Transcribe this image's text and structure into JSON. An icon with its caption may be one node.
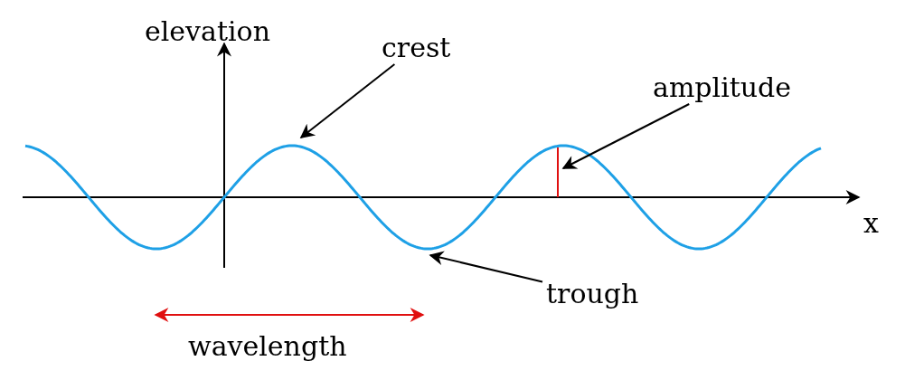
{
  "diagram": {
    "nodes": [
      {
        "text": [
          "crest"
        ]
      },
      {
        "text": [
          "amplitude"
        ]
      },
      {
        "text": [
          "trough"
        ]
      }
    ],
    "edges": [
      {
        "from": 0,
        "to": null,
        "arrow": "to"
      },
      {
        "from": 1,
        "to": null,
        "arrow": "to"
      },
      {
        "from": 2,
        "to": null,
        "arrow": "to"
      }
    ],
    "labels": [
      "elevation",
      "x",
      "wavelength"
    ]
  }
}
